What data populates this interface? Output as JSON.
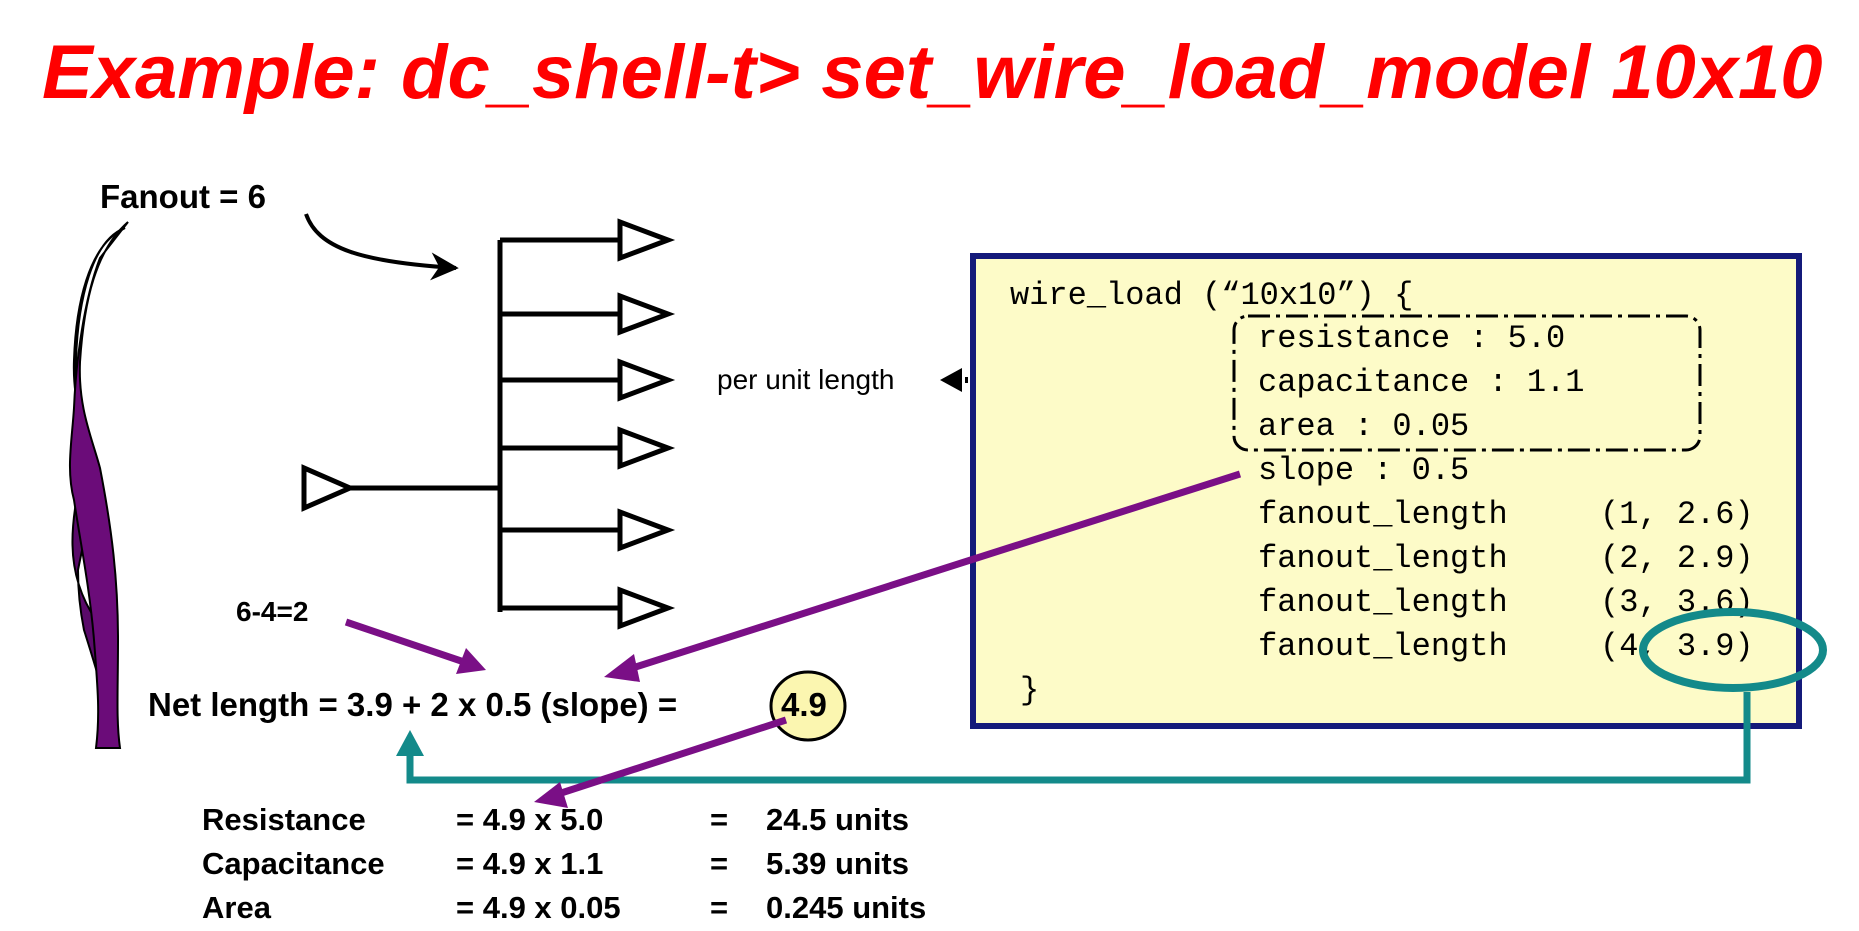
{
  "title": {
    "text": "Example: dc_shell-t> set_wire_load_model 10x10",
    "color": "#ff0000"
  },
  "fanout_label": "Fanout = 6",
  "per_unit_label": "per unit length",
  "diff_label": "6-4=2",
  "net_length": {
    "expression": "Net length = 3.9 + 2 x 0.5 (slope) = ",
    "result": "4.9"
  },
  "wire_load": {
    "header": "wire_load (“10x10”) {",
    "resistance": "resistance : 5.0",
    "capacitance": "capacitance : 1.1",
    "area": "area : 0.05",
    "slope": "slope : 0.5",
    "fanout_lengths": [
      {
        "key": "fanout_length",
        "value": "(1, 2.6)"
      },
      {
        "key": "fanout_length",
        "value": "(2, 2.9)"
      },
      {
        "key": "fanout_length",
        "value": "(3, 3.6)"
      },
      {
        "key": "fanout_length",
        "value": "(4, 3.9)"
      }
    ],
    "closing": "}"
  },
  "calculations": [
    {
      "label": "Resistance",
      "expr": "= 4.9 x 5.0",
      "eq": "=",
      "result": "24.5 units"
    },
    {
      "label": "Capacitance",
      "expr": "= 4.9 x 1.1",
      "eq": "=",
      "result": "5.39 units"
    },
    {
      "label": "Area",
      "expr": "= 4.9 x 0.05",
      "eq": "=",
      "result": "0.245 units"
    }
  ],
  "colors": {
    "title": "#ff0000",
    "purple": "#7a0f86",
    "teal": "#138a8a",
    "box_fill": "#fdfbc8",
    "box_border": "#141a7a",
    "highlight_circle": "#fbf6b0"
  }
}
